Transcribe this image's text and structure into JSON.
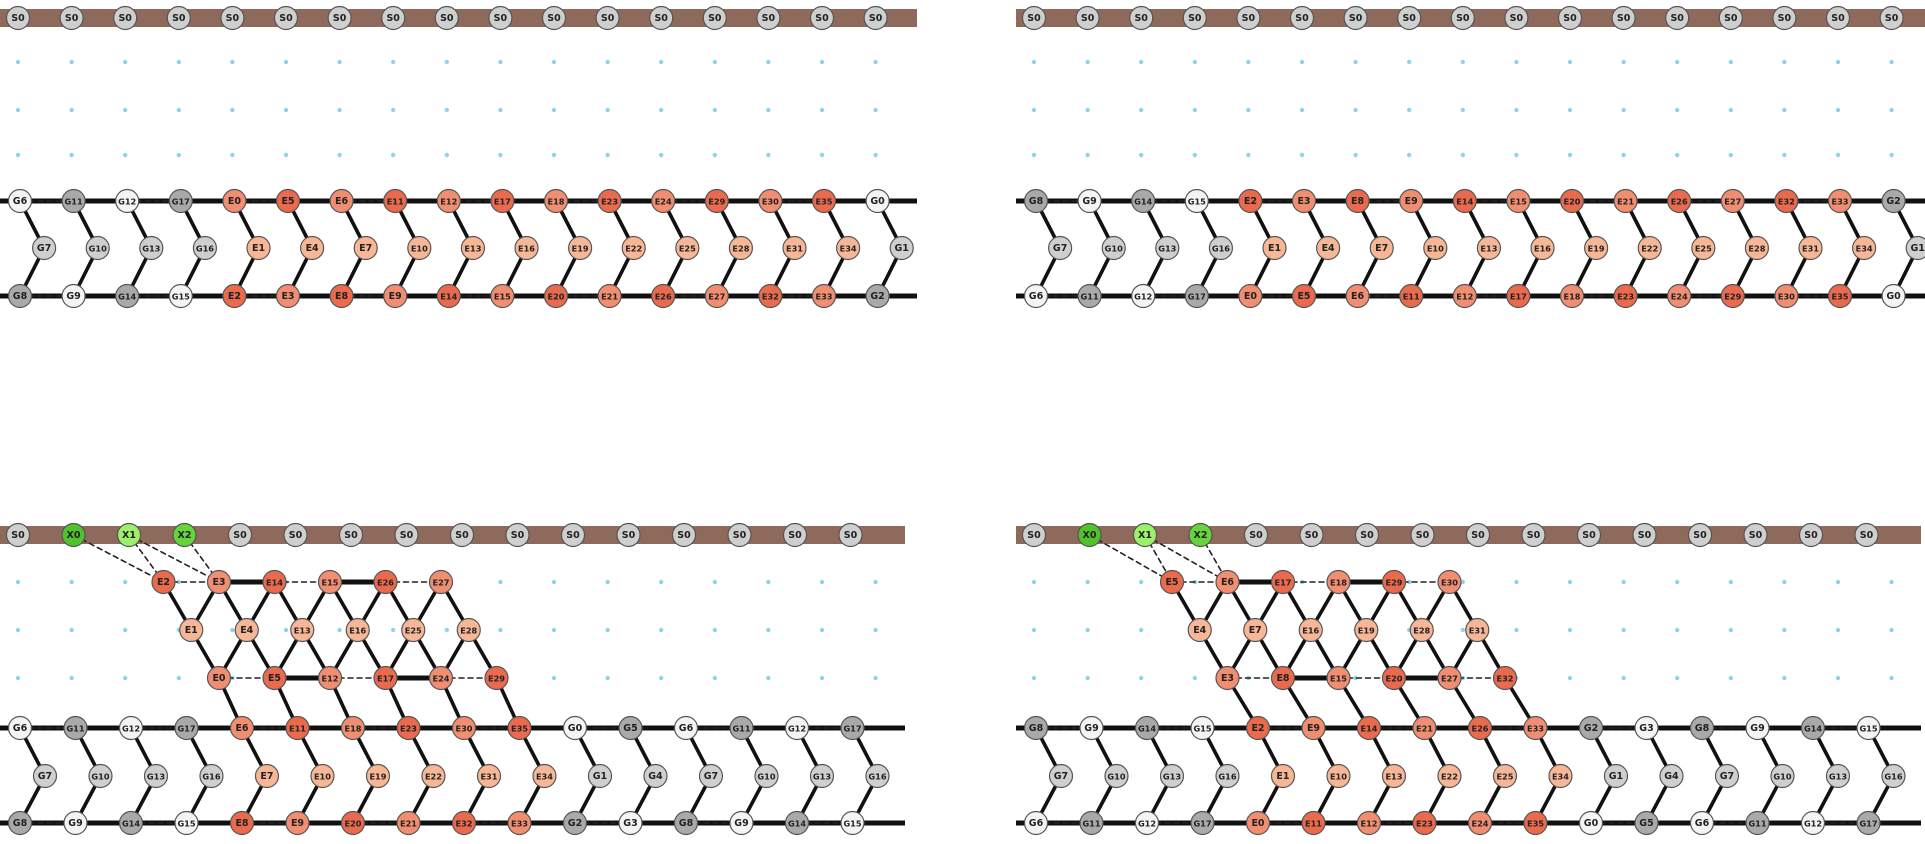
{
  "colors": {
    "sink_band": "#8d6a5c",
    "grid_dot": "#8ed3e8",
    "node_stroke": "#555555",
    "heavy_edge": "#111111",
    "dashed_edge": "#222222",
    "X0": "#4fc22c",
    "X1": "#9cf06a",
    "X2": "#66d43c",
    "G_light": "#f4f4f4",
    "G_mid": "#cfcfcf",
    "G_dark": "#a9a9a9",
    "E_dark": "#ea6a4d",
    "E_mid": "#f18e71",
    "E_light": "#f7b797"
  },
  "panels": [
    {
      "id": "panel-top-left",
      "sink_row": [
        "S0",
        "S0",
        "S0",
        "S0",
        "S0",
        "S0",
        "S0",
        "S0",
        "S0",
        "S0",
        "S0",
        "S0",
        "S0",
        "S0",
        "S0",
        "S0",
        "S0"
      ],
      "rows": [
        {
          "labels": [
            "G6",
            "G11",
            "G12",
            "G17",
            "E0",
            "E5",
            "E6",
            "E11",
            "E12",
            "E17",
            "E18",
            "E23",
            "E24",
            "E29",
            "E30",
            "E35",
            "G0"
          ]
        },
        {
          "labels": [
            "G7",
            "G10",
            "G13",
            "G16",
            "E1",
            "E4",
            "E7",
            "E10",
            "E13",
            "E16",
            "E19",
            "E22",
            "E25",
            "E28",
            "E31",
            "E34",
            "G1"
          ]
        },
        {
          "labels": [
            "G8",
            "G9",
            "G14",
            "G15",
            "E2",
            "E3",
            "E8",
            "E9",
            "E14",
            "E15",
            "E20",
            "E21",
            "E26",
            "E27",
            "E32",
            "E33",
            "G2"
          ]
        }
      ]
    },
    {
      "id": "panel-top-right",
      "sink_row": [
        "S0",
        "S0",
        "S0",
        "S0",
        "S0",
        "S0",
        "S0",
        "S0",
        "S0",
        "S0",
        "S0",
        "S0",
        "S0",
        "S0",
        "S0",
        "S0",
        "S0"
      ],
      "rows": [
        {
          "labels": [
            "G8",
            "G9",
            "G14",
            "G15",
            "E2",
            "E3",
            "E8",
            "E9",
            "E14",
            "E15",
            "E20",
            "E21",
            "E26",
            "E27",
            "E32",
            "E33",
            "G2"
          ]
        },
        {
          "labels": [
            "G7",
            "G10",
            "G13",
            "G16",
            "E1",
            "E4",
            "E7",
            "E10",
            "E13",
            "E16",
            "E19",
            "E22",
            "E25",
            "E28",
            "E31",
            "E34",
            "G1"
          ]
        },
        {
          "labels": [
            "G6",
            "G11",
            "G12",
            "G17",
            "E0",
            "E5",
            "E6",
            "E11",
            "E12",
            "E17",
            "E18",
            "E23",
            "E24",
            "E29",
            "E30",
            "E35",
            "G0"
          ]
        }
      ]
    },
    {
      "id": "panel-bottom-left",
      "sink_row": [
        "S0",
        "X0",
        "X1",
        "X2",
        "S0",
        "S0",
        "S0",
        "S0",
        "S0",
        "S0",
        "S0",
        "S0",
        "S0",
        "S0",
        "S0",
        "S0"
      ],
      "grid_nodes": [
        {
          "label": "E2",
          "row": 0,
          "col": 1
        },
        {
          "label": "E3",
          "row": 0,
          "col": 2
        },
        {
          "label": "E14",
          "row": 0,
          "col": 3
        },
        {
          "label": "E15",
          "row": 0,
          "col": 4
        },
        {
          "label": "E26",
          "row": 0,
          "col": 5
        },
        {
          "label": "E27",
          "row": 0,
          "col": 6
        },
        {
          "label": "E1",
          "row": 1,
          "col": 1.5
        },
        {
          "label": "E4",
          "row": 1,
          "col": 2.5
        },
        {
          "label": "E13",
          "row": 1,
          "col": 3.5
        },
        {
          "label": "E16",
          "row": 1,
          "col": 4.5
        },
        {
          "label": "E25",
          "row": 1,
          "col": 5.5
        },
        {
          "label": "E28",
          "row": 1,
          "col": 6.5
        },
        {
          "label": "E0",
          "row": 2,
          "col": 2
        },
        {
          "label": "E5",
          "row": 2,
          "col": 3
        },
        {
          "label": "E12",
          "row": 2,
          "col": 4
        },
        {
          "label": "E17",
          "row": 2,
          "col": 5
        },
        {
          "label": "E24",
          "row": 2,
          "col": 6
        },
        {
          "label": "E29",
          "row": 2,
          "col": 7
        }
      ],
      "rows": [
        {
          "labels": [
            "G6",
            "G11",
            "G12",
            "G17",
            "E6",
            "E11",
            "E18",
            "E23",
            "E30",
            "E35",
            "G0",
            "G5",
            "G6",
            "G11",
            "G12",
            "G17"
          ]
        },
        {
          "labels": [
            "G7",
            "G10",
            "G13",
            "G16",
            "E7",
            "E10",
            "E19",
            "E22",
            "E31",
            "E34",
            "G1",
            "G4",
            "G7",
            "G10",
            "G13",
            "G16"
          ]
        },
        {
          "labels": [
            "G8",
            "G9",
            "G14",
            "G15",
            "E8",
            "E9",
            "E20",
            "E21",
            "E32",
            "E33",
            "G2",
            "G3",
            "G8",
            "G9",
            "G14",
            "G15"
          ]
        }
      ]
    },
    {
      "id": "panel-bottom-right",
      "sink_row": [
        "S0",
        "X0",
        "X1",
        "X2",
        "S0",
        "S0",
        "S0",
        "S0",
        "S0",
        "S0",
        "S0",
        "S0",
        "S0",
        "S0",
        "S0",
        "S0"
      ],
      "grid_nodes": [
        {
          "label": "E5",
          "row": 0,
          "col": 2
        },
        {
          "label": "E6",
          "row": 0,
          "col": 3
        },
        {
          "label": "E17",
          "row": 0,
          "col": 4
        },
        {
          "label": "E18",
          "row": 0,
          "col": 5
        },
        {
          "label": "E29",
          "row": 0,
          "col": 6
        },
        {
          "label": "E30",
          "row": 0,
          "col": 7
        },
        {
          "label": "E4",
          "row": 1,
          "col": 2.5
        },
        {
          "label": "E7",
          "row": 1,
          "col": 3.5
        },
        {
          "label": "E16",
          "row": 1,
          "col": 4.5
        },
        {
          "label": "E19",
          "row": 1,
          "col": 5.5
        },
        {
          "label": "E28",
          "row": 1,
          "col": 6.5
        },
        {
          "label": "E31",
          "row": 1,
          "col": 7.5
        },
        {
          "label": "E3",
          "row": 2,
          "col": 3
        },
        {
          "label": "E8",
          "row": 2,
          "col": 4
        },
        {
          "label": "E15",
          "row": 2,
          "col": 5
        },
        {
          "label": "E20",
          "row": 2,
          "col": 6
        },
        {
          "label": "E27",
          "row": 2,
          "col": 7
        },
        {
          "label": "E32",
          "row": 2,
          "col": 8
        }
      ],
      "rows": [
        {
          "labels": [
            "G8",
            "G9",
            "G14",
            "G15",
            "E2",
            "E9",
            "E14",
            "E21",
            "E26",
            "E33",
            "G2",
            "G3",
            "G8",
            "G9",
            "G14",
            "G15"
          ]
        },
        {
          "labels": [
            "G7",
            "G10",
            "G13",
            "G16",
            "E1",
            "E10",
            "E13",
            "E22",
            "E25",
            "E34",
            "G1",
            "G4",
            "G7",
            "G10",
            "G13",
            "G16"
          ]
        },
        {
          "labels": [
            "G6",
            "G11",
            "G12",
            "G17",
            "E0",
            "E11",
            "E12",
            "E23",
            "E24",
            "E35",
            "G0",
            "G5",
            "G6",
            "G11",
            "G12",
            "G17"
          ]
        }
      ]
    }
  ]
}
